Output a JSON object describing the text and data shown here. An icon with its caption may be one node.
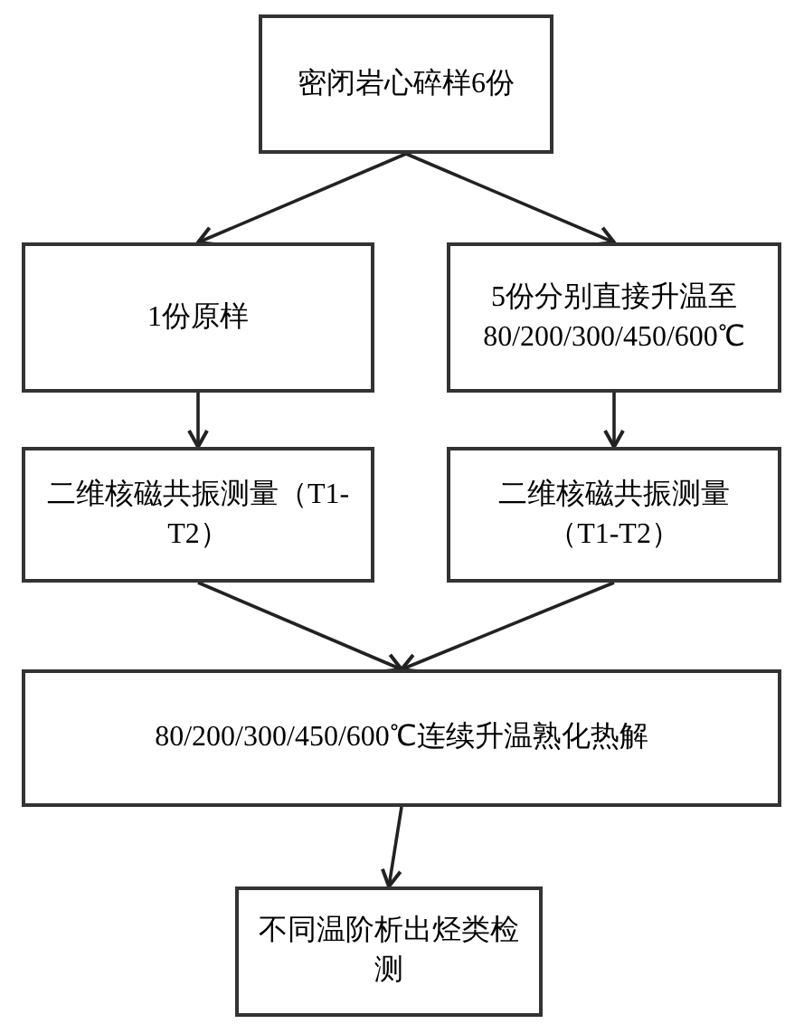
{
  "diagram": {
    "nodes": [
      {
        "text": [
          "密闭岩心碎样6份"
        ]
      },
      {
        "text": [
          "1份原样"
        ]
      },
      {
        "text": [
          "5份分别直接升温至80/200/300/450/600℃"
        ]
      },
      {
        "text": [
          "二维核磁共振测量（T1-T2）"
        ]
      },
      {
        "text": [
          "二维核磁共振测量（T1-T2）"
        ]
      },
      {
        "text": [
          "80/200/300/450/600℃连续升温熟化热解"
        ]
      },
      {
        "text": [
          "不同温阶析出烃类检测"
        ]
      }
    ],
    "edges": [
      {
        "from": 0,
        "to": 1,
        "arrow": "to"
      },
      {
        "from": 0,
        "to": 2,
        "arrow": "to"
      },
      {
        "from": 1,
        "to": 3,
        "arrow": "to"
      },
      {
        "from": 2,
        "to": 4,
        "arrow": "to"
      },
      {
        "from": 3,
        "to": 5,
        "arrow": "to"
      },
      {
        "from": 4,
        "to": 5,
        "arrow": "to"
      },
      {
        "from": 5,
        "to": 6,
        "arrow": "to"
      }
    ]
  }
}
